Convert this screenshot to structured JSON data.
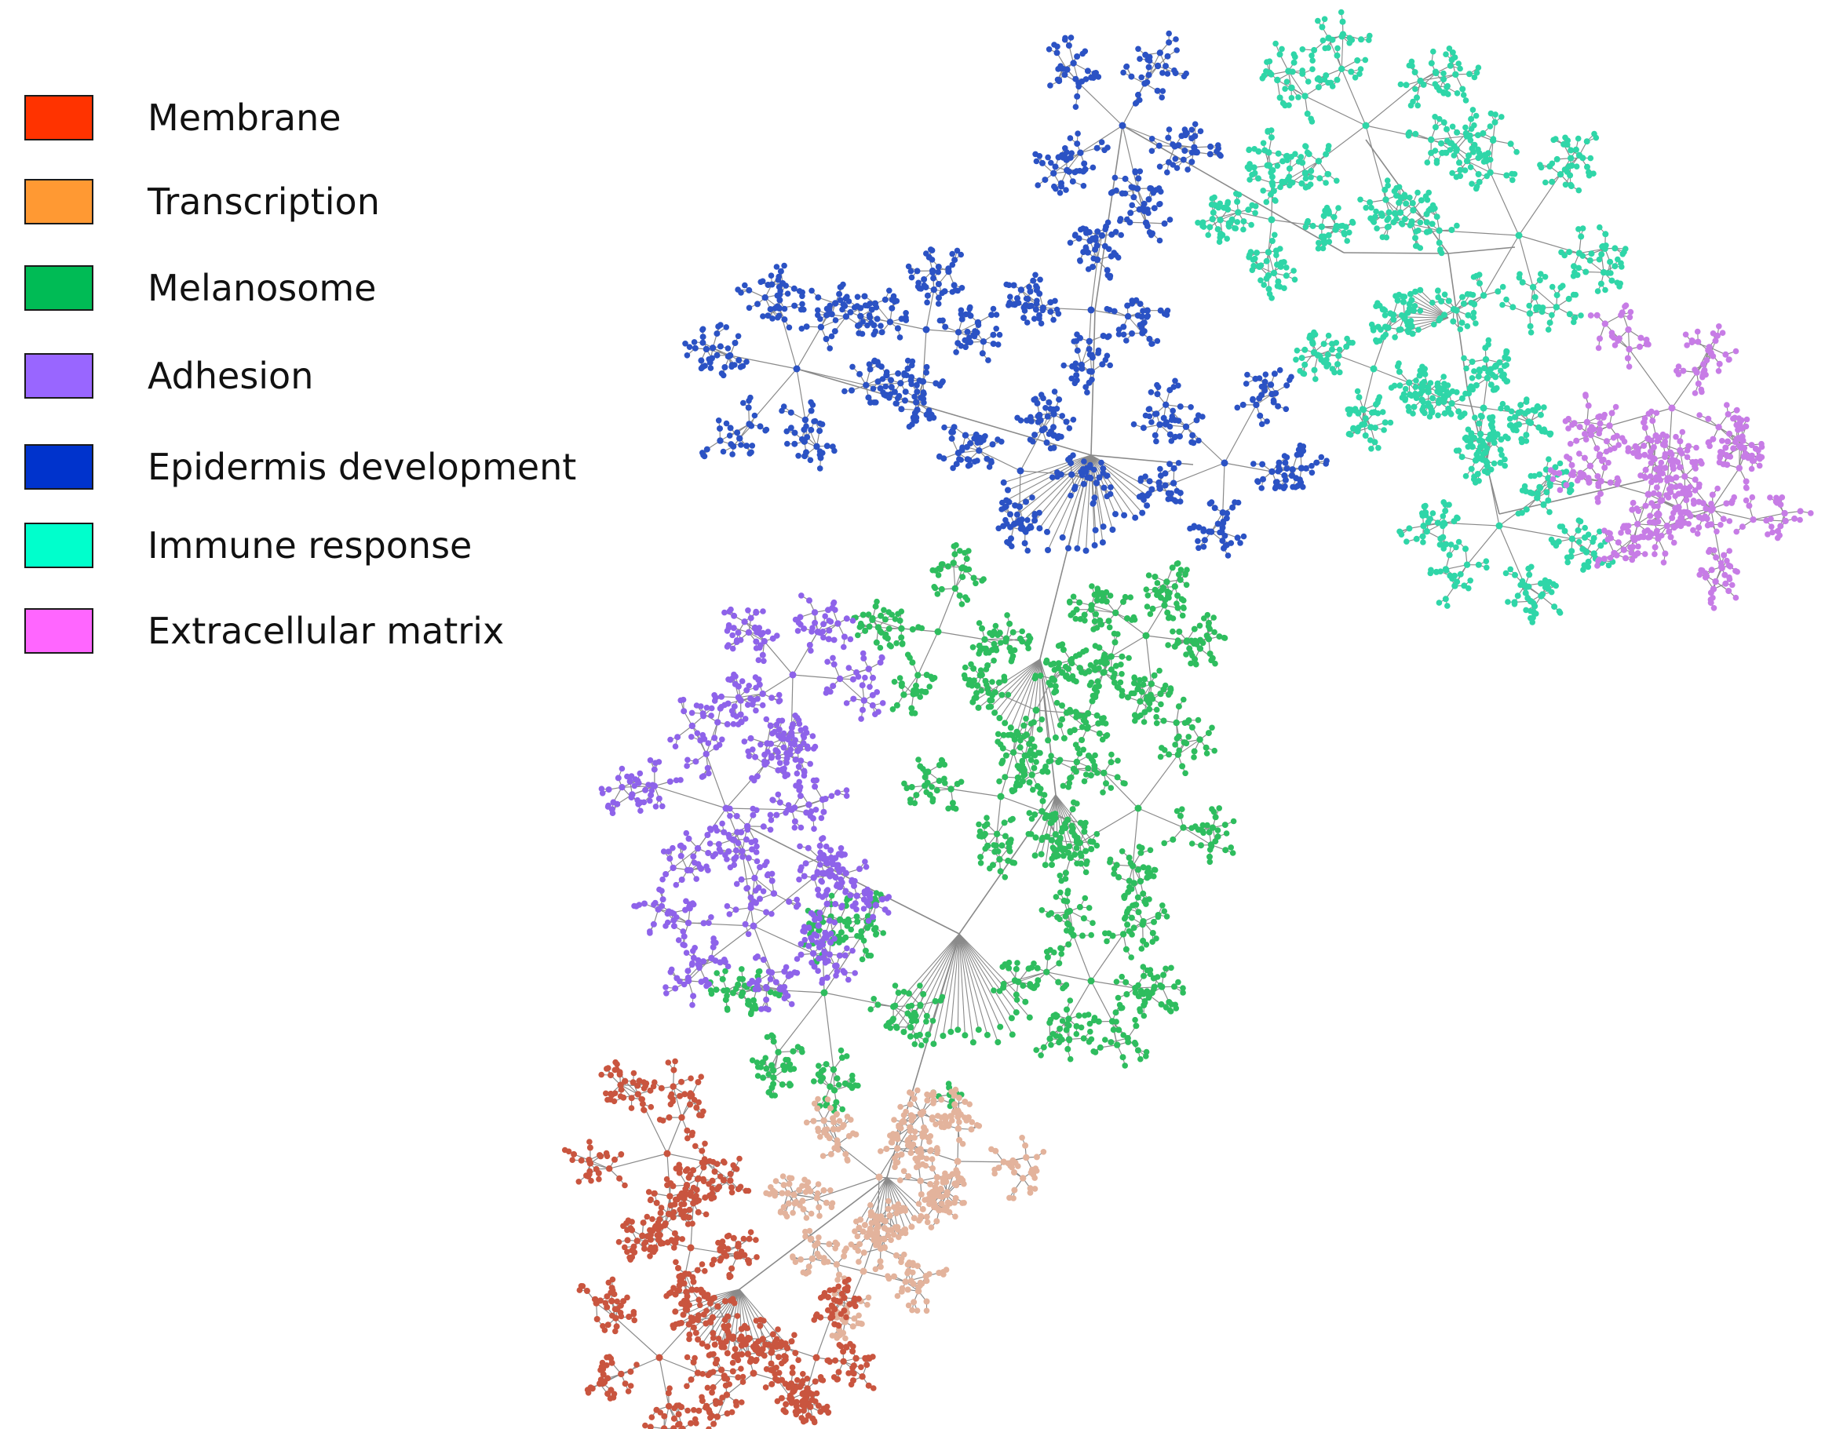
{
  "legend": {
    "items": [
      {
        "label": "Membrane",
        "color": "#ff3300"
      },
      {
        "label": "Transcription",
        "color": "#ff9933"
      },
      {
        "label": "Melanosome",
        "color": "#00bb55"
      },
      {
        "label": "Adhesion",
        "color": "#9966ff"
      },
      {
        "label": "Epidermis development",
        "color": "#0033cc"
      },
      {
        "label": "Immune response",
        "color": "#00ffcc"
      },
      {
        "label": "Extracellular matrix",
        "color": "#ff66ff"
      }
    ]
  },
  "network": {
    "edge_color": "#8a8a8a",
    "clusters": [
      {
        "name": "epidermis-development",
        "category": "Epidermis development",
        "node_color": "#2b52c4"
      },
      {
        "name": "immune-response",
        "category": "Immune response",
        "node_color": "#2fd6a8"
      },
      {
        "name": "extracellular-matrix",
        "category": "Extracellular matrix",
        "node_color": "#c77ce6"
      },
      {
        "name": "melanosome",
        "category": "Melanosome",
        "node_color": "#2ebd5e"
      },
      {
        "name": "adhesion",
        "category": "Adhesion",
        "node_color": "#8e63ea"
      },
      {
        "name": "membrane",
        "category": "Membrane",
        "node_color": "#c9553f"
      },
      {
        "name": "transcription",
        "category": "Transcription",
        "node_color": "#e3b39c"
      }
    ]
  }
}
